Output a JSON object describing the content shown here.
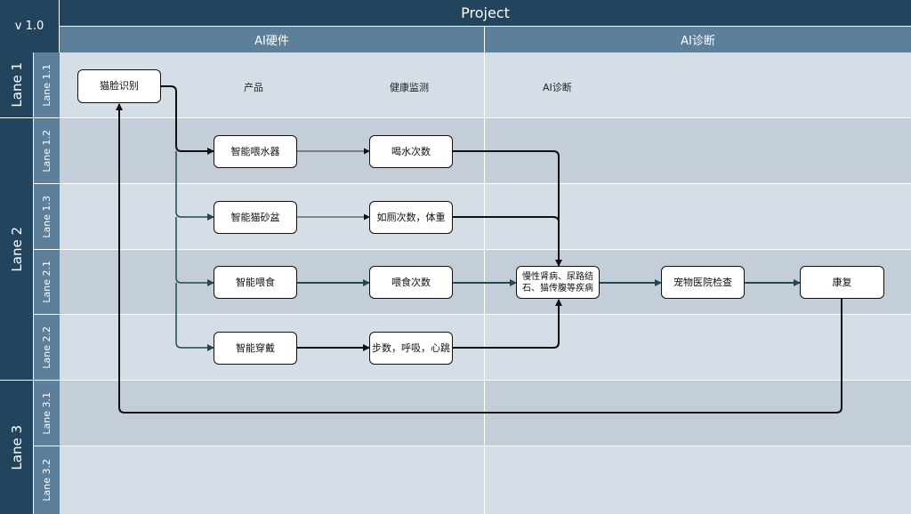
{
  "version": "v 1.0",
  "title": "Project",
  "columns": [
    "AI硬件",
    "AI诊断"
  ],
  "lanes": [
    "Lane 1",
    "Lane 2",
    "Lane 3"
  ],
  "sublanes": [
    "Lane 1.1",
    "Lane 1.2",
    "Lane 1.3",
    "Lane 2.1",
    "Lane 2.2",
    "Lane 3.1",
    "Lane 3.2"
  ],
  "labels": {
    "product": "产品",
    "health": "健康监测",
    "ai_diag": "AI诊断"
  },
  "nodes": {
    "face": "猫脸识别",
    "water_dispenser": "智能喂水器",
    "water_count": "喝水次数",
    "litter_box": "智能猫砂盆",
    "toilet_weight": "如厕次数，体重",
    "feeder": "智能喂食",
    "feed_count": "喂食次数",
    "wearable": "智能穿戴",
    "vitals": "步数，呼吸，心跳",
    "disease": "慢性肾病、尿路结石、猫传腹等疾病",
    "hospital": "宠物医院检查",
    "recovery": "康复"
  }
}
